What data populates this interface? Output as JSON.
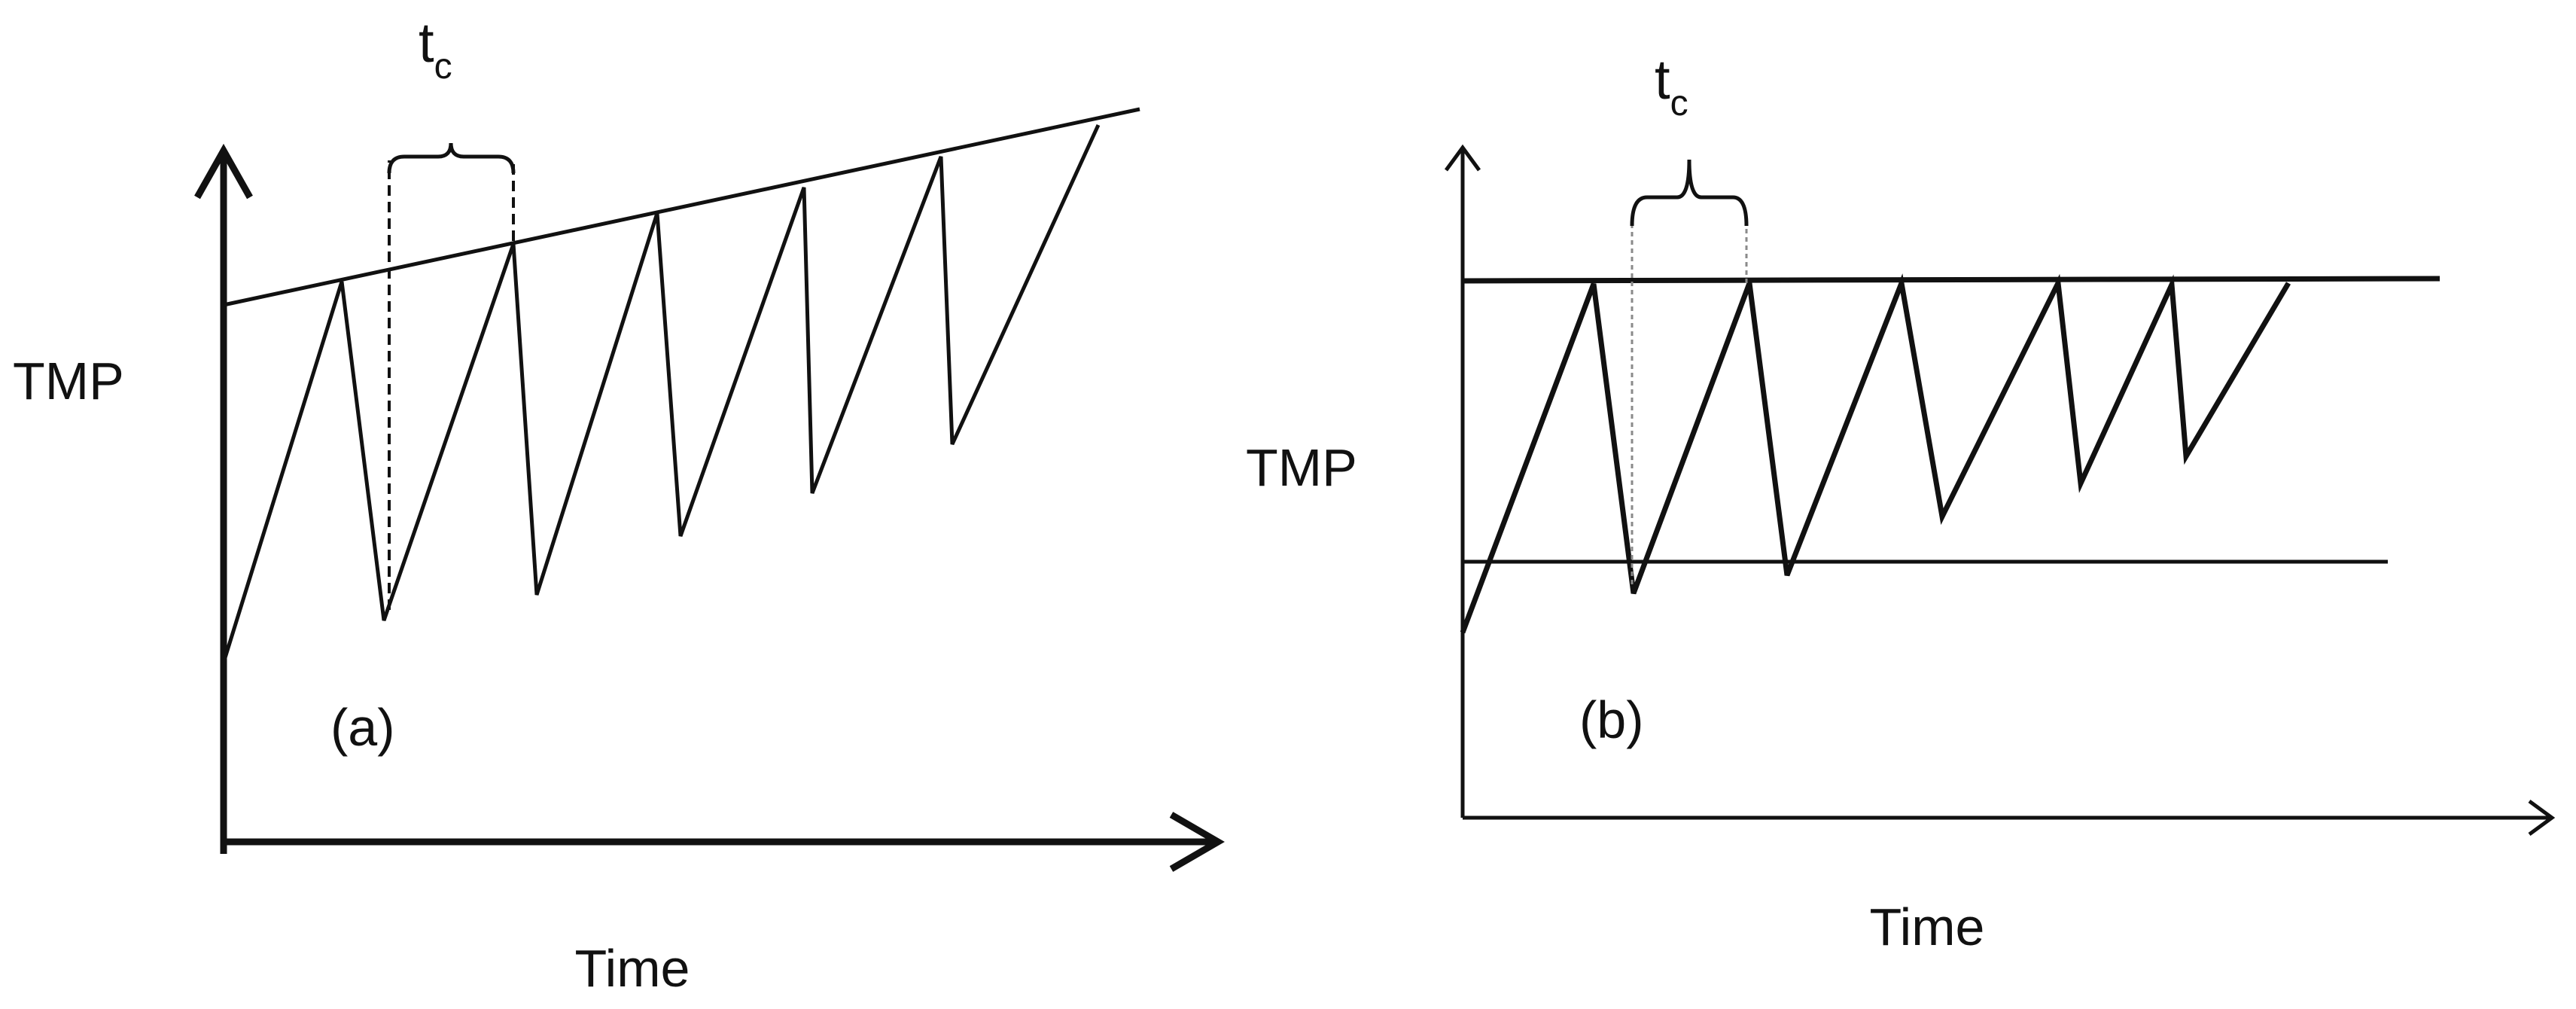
{
  "panels": [
    {
      "id": "a",
      "tag": "(a)",
      "y_label": "TMP",
      "x_label": "Time",
      "cycle_label": "t",
      "cycle_label_sub": "c",
      "trend": "rising envelope"
    },
    {
      "id": "b",
      "tag": "(b)",
      "y_label": "TMP",
      "x_label": "Time",
      "cycle_label": "t",
      "cycle_label_sub": "c",
      "trend": "constant limits"
    }
  ],
  "colors": {
    "ink": "#111111",
    "background": "#ffffff",
    "guide_dashed": "#111111",
    "guide_dotted": "#8a8a8a"
  }
}
